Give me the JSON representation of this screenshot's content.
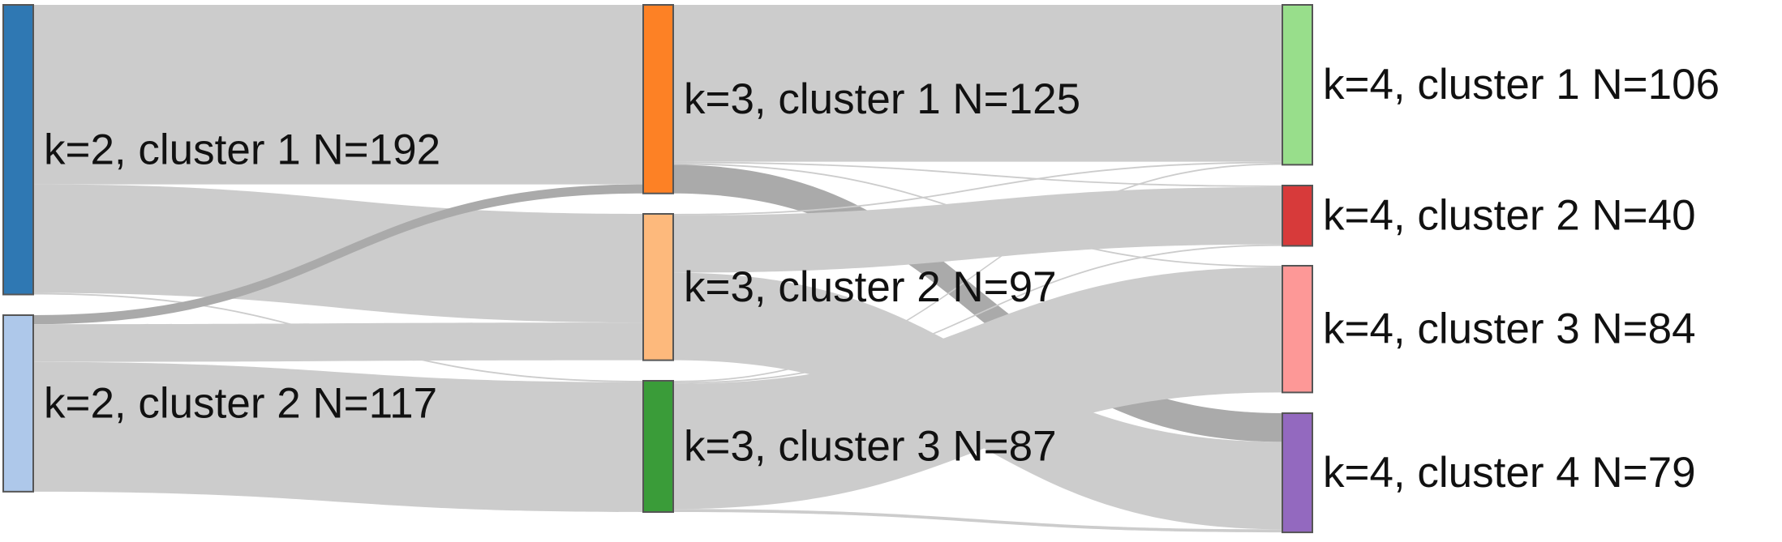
{
  "title": "",
  "nodes": [
    {
      "id": "k2c1",
      "label": "k=2, cluster 1 N=192",
      "color": "#2f78b3"
    },
    {
      "id": "k2c2",
      "label": "k=2, cluster 2 N=117",
      "color": "#aec8ea"
    },
    {
      "id": "k3c1",
      "label": "k=3, cluster 1 N=125",
      "color": "#fd8125"
    },
    {
      "id": "k3c2",
      "label": "k=3, cluster 2 N=97",
      "color": "#fdb97c"
    },
    {
      "id": "k3c3",
      "label": "k=3, cluster 3 N=87",
      "color": "#3a9c39"
    },
    {
      "id": "k4c1",
      "label": "k=4, cluster 1 N=106",
      "color": "#98de8b"
    },
    {
      "id": "k4c2",
      "label": "k=4, cluster 2 N=40",
      "color": "#d73a3a"
    },
    {
      "id": "k4c3",
      "label": "k=4, cluster 3 N=84",
      "color": "#fd9897"
    },
    {
      "id": "k4c4",
      "label": "k=4, cluster 4 N=79",
      "color": "#9369bf"
    }
  ],
  "links": [
    {
      "source": "k2c1",
      "target": "k3c1",
      "value": 119
    },
    {
      "source": "k2c1",
      "target": "k3c2",
      "value": 72
    },
    {
      "source": "k2c1",
      "target": "k3c3",
      "value": 1
    },
    {
      "source": "k2c2",
      "target": "k3c1",
      "value": 6
    },
    {
      "source": "k2c2",
      "target": "k3c2",
      "value": 25
    },
    {
      "source": "k2c2",
      "target": "k3c3",
      "value": 86
    },
    {
      "source": "k3c1",
      "target": "k4c1",
      "value": 104
    },
    {
      "source": "k3c1",
      "target": "k4c2",
      "value": 1
    },
    {
      "source": "k3c1",
      "target": "k4c3",
      "value": 1
    },
    {
      "source": "k3c1",
      "target": "k4c4",
      "value": 19
    },
    {
      "source": "k3c2",
      "target": "k4c1",
      "value": 1
    },
    {
      "source": "k3c2",
      "target": "k4c2",
      "value": 38
    },
    {
      "source": "k3c2",
      "target": "k4c4",
      "value": 58
    },
    {
      "source": "k3c3",
      "target": "k4c1",
      "value": 1
    },
    {
      "source": "k3c3",
      "target": "k4c2",
      "value": 1
    },
    {
      "source": "k3c3",
      "target": "k4c3",
      "value": 83
    },
    {
      "source": "k3c3",
      "target": "k4c4",
      "value": 2
    }
  ]
}
